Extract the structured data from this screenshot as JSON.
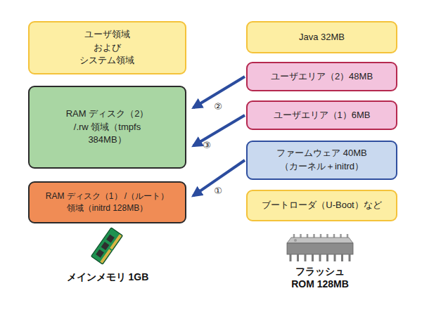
{
  "diagram": {
    "nodes": [
      {
        "text": [
          "ユーザ領域 および システム領域"
        ]
      },
      {
        "text": [
          "RAM ディスク（2） /.rw 領域（tmpfs 384MB）"
        ]
      },
      {
        "text": [
          "RAM ディスク（1） /（ルート）領域（initrd 128MB）"
        ]
      },
      {
        "text": [
          "Java 32MB"
        ]
      },
      {
        "text": [
          "ユーザエリア（2）48MB"
        ]
      },
      {
        "text": [
          "ユーザエリア（1）6MB"
        ]
      },
      {
        "text": [
          "ファームウェア 40MB （カーネル＋initrd）"
        ]
      },
      {
        "text": [
          "ブートローダ（U-Boot）など"
        ]
      }
    ],
    "edges": [
      {
        "from": 4,
        "to": 1,
        "arrow": "to",
        "label": "②"
      },
      {
        "from": 5,
        "to": 1,
        "arrow": "to",
        "label": "③"
      },
      {
        "from": 6,
        "to": 2,
        "arrow": "to",
        "label": "①"
      }
    ],
    "labels": [
      "メインメモリ 1GB",
      "フラッシュ ROM 128MB"
    ]
  }
}
